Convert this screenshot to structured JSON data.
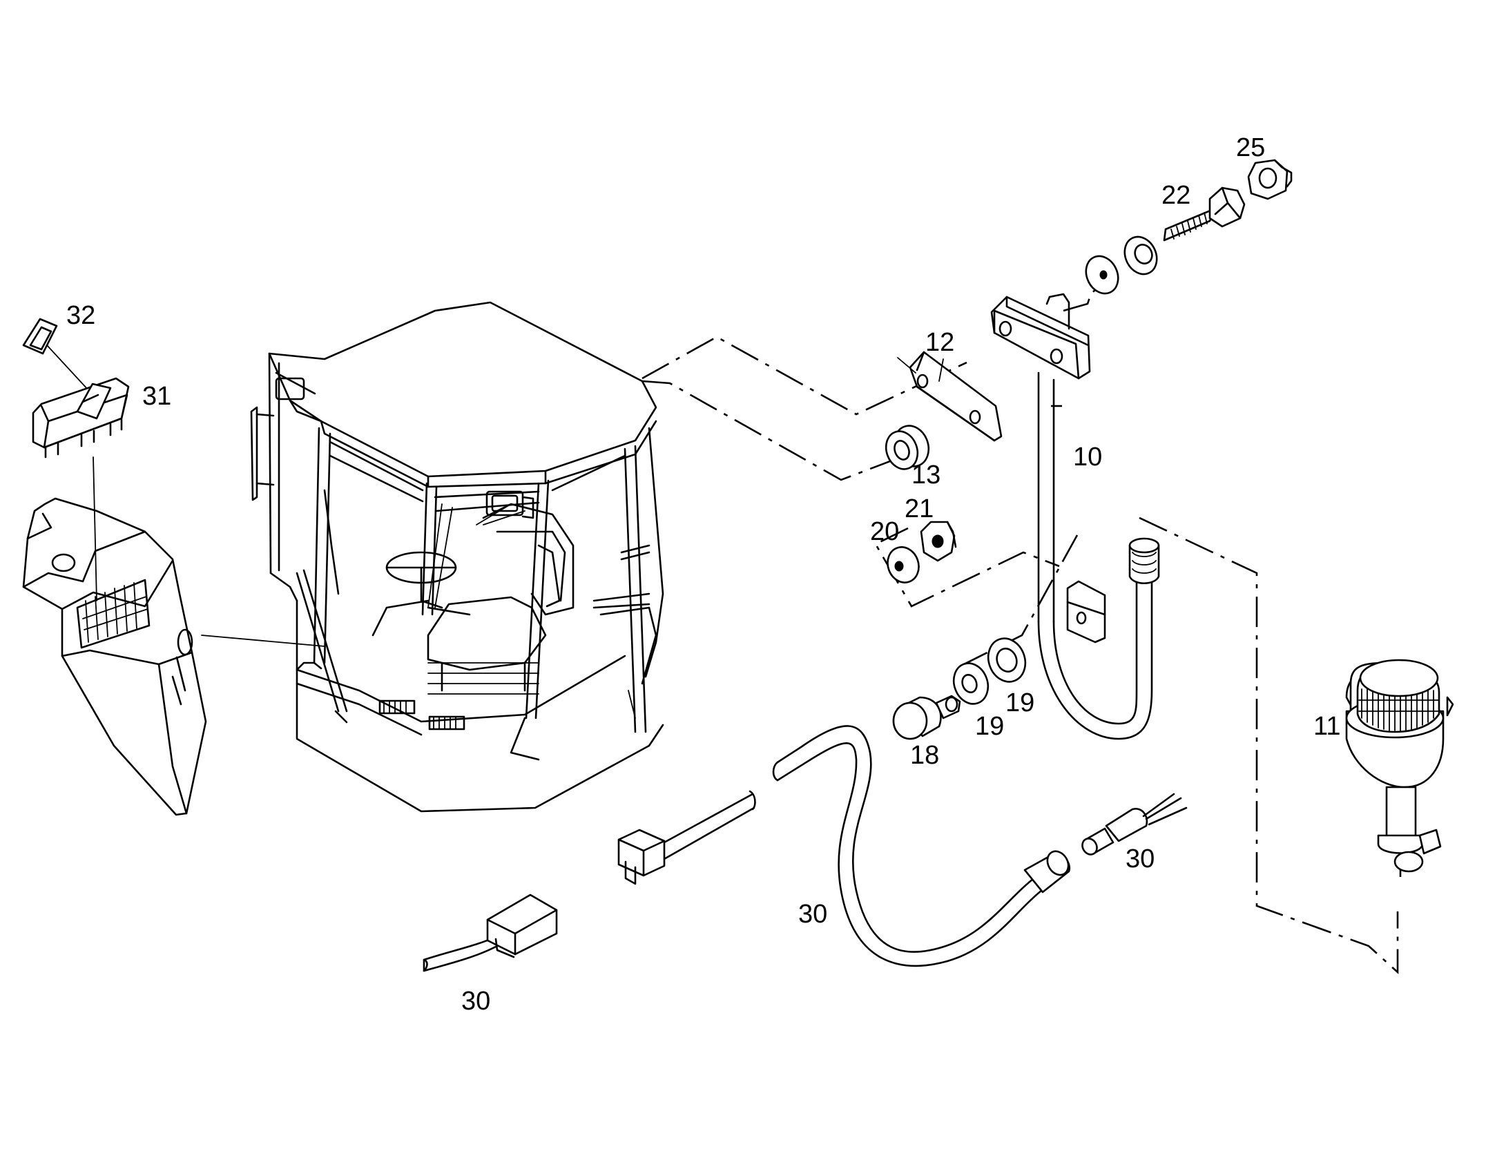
{
  "callouts": {
    "c32": "32",
    "c31": "31",
    "c12": "12",
    "c13": "13",
    "c10": "10",
    "c25": "25",
    "c22": "22",
    "c21": "21",
    "c20": "20",
    "c19a": "19",
    "c19b": "19",
    "c18": "18",
    "c11": "11",
    "c30a": "30",
    "c30b": "30",
    "c30c": "30"
  },
  "colors": {
    "line": "#000000",
    "background": "#ffffff"
  }
}
